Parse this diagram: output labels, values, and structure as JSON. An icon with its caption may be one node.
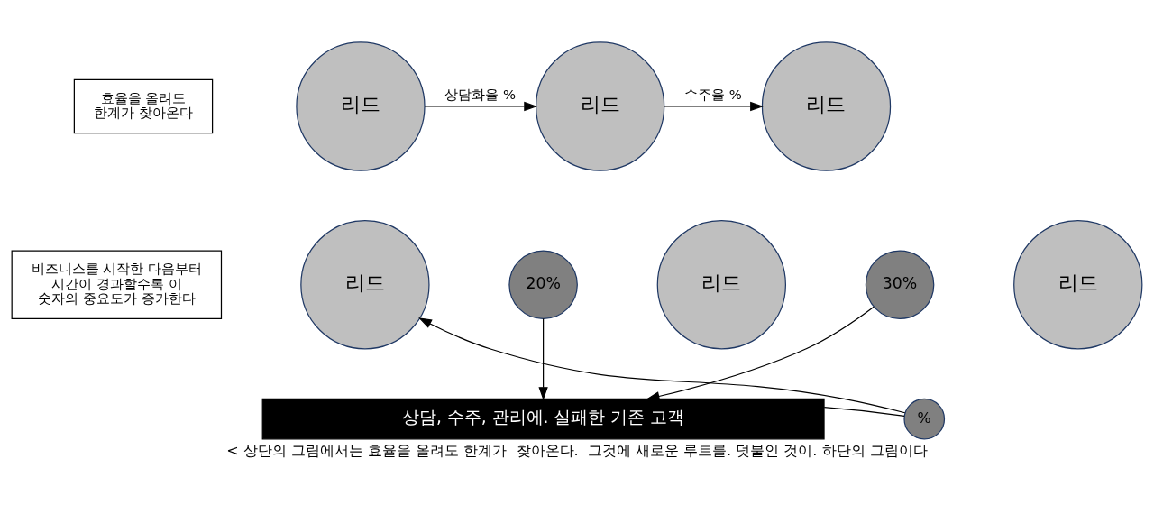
{
  "diagram": {
    "caption": "< 상단의 그림에서는 효율을 올려도 한계가  찾아온다.  그것에 새로운 루트를. 덧붙인 것이. 하단의 그림이다",
    "nodes": [
      {
        "text": [
          "효율을 올려도 한계가 찾아온다"
        ]
      },
      {
        "text": [
          "리드"
        ]
      },
      {
        "text": [
          "리드"
        ]
      },
      {
        "text": [
          "리드"
        ]
      },
      {
        "text": [
          "비즈니스를 시작한 다음부터 시간이 경과할수록 이 숫자의 중요도가 증가한다"
        ]
      },
      {
        "text": [
          "리드"
        ]
      },
      {
        "text": [
          "20%"
        ]
      },
      {
        "text": [
          "리드"
        ]
      },
      {
        "text": [
          "30%"
        ]
      },
      {
        "text": [
          "리드"
        ]
      },
      {
        "text": [
          "%"
        ]
      },
      {
        "text": [
          "상담, 수주, 관리에. 실패한 기존 고객"
        ]
      }
    ],
    "edges": [
      {
        "from": 1,
        "to": 2,
        "arrow": "to",
        "label": "상담화율 %"
      },
      {
        "from": 2,
        "to": 3,
        "arrow": "to",
        "label": "수주율 %"
      },
      {
        "from": 6,
        "to": 11,
        "arrow": "to"
      },
      {
        "from": 8,
        "to": 11,
        "arrow": "to"
      },
      {
        "from": 11,
        "to": 10,
        "arrow": "none"
      },
      {
        "from": 10,
        "to": 5,
        "arrow": "to"
      }
    ]
  }
}
